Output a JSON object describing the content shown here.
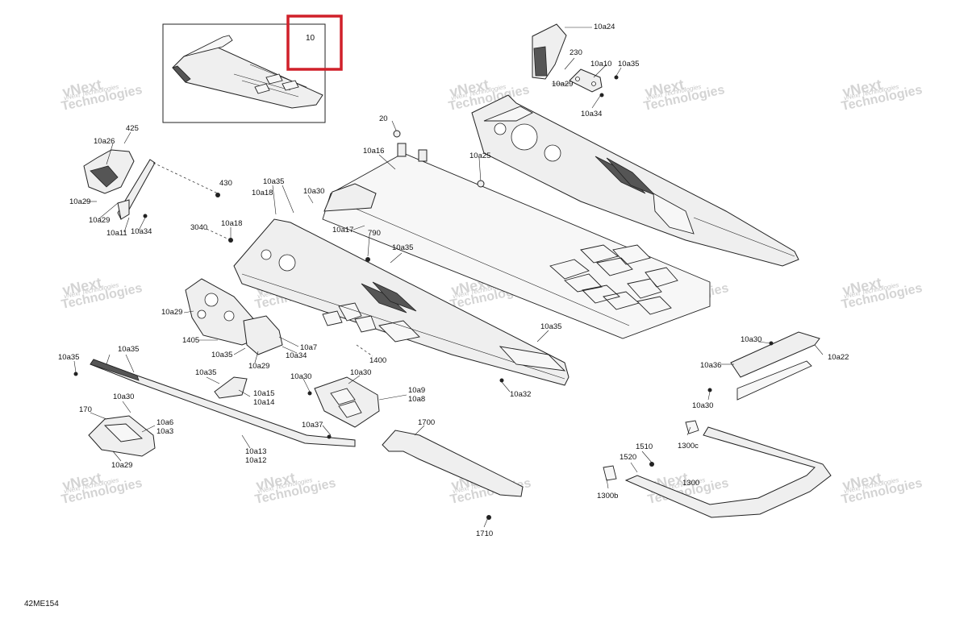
{
  "diagram": {
    "code": "42ME154",
    "highlight_label": "10",
    "highlight_color": "#d0202a",
    "watermark": {
      "line1": "vNext",
      "line2": "Technologies",
      "line3": "vNext Technologies"
    },
    "callouts": {
      "c_10a24": "10a24",
      "c_230": "230",
      "c_10a10": "10a10",
      "c_10a35_top": "10a35",
      "c_10a29_top": "10a29",
      "c_10a34_top": "10a34",
      "c_20": "20",
      "c_10a16": "10a16",
      "c_10a25": "10a25",
      "c_425": "425",
      "c_10a26": "10a26",
      "c_10a29_l1": "10a29",
      "c_10a29_l2": "10a29",
      "c_10a11": "10a11",
      "c_10a34_l": "10a34",
      "c_430": "430",
      "c_10a35_m": "10a35",
      "c_10a18_a": "10a18",
      "c_10a30_m": "10a30",
      "c_10a17": "10a17",
      "c_790": "790",
      "c_3040": "3040",
      "c_10a18_b": "10a18",
      "c_10a35_c": "10a35",
      "c_10a29_c": "10a29",
      "c_1405": "1405",
      "c_10a35_d": "10a35",
      "c_10a29_d": "10a29",
      "c_10a34_c": "10a34",
      "c_10a7": "10a7",
      "c_1400": "1400",
      "c_10a35_e": "10a35",
      "c_10a32": "10a32",
      "c_10a35_f": "10a35",
      "c_10a35_g": "10a35",
      "c_10a35_h": "10a35",
      "c_10a15": "10a15",
      "c_10a14": "10a14",
      "c_10a30_a": "10a30",
      "c_10a30_b": "10a30",
      "c_10a9": "10a9",
      "c_10a8": "10a8",
      "c_10a37": "10a37",
      "c_10a30_c": "10a30",
      "c_170": "170",
      "c_10a6": "10a6",
      "c_10a3": "10a3",
      "c_10a29_e": "10a29",
      "c_10a13": "10a13",
      "c_10a12": "10a12",
      "c_1700": "1700",
      "c_1710": "1710",
      "c_10a30_r1": "10a30",
      "c_10a36": "10a36",
      "c_10a22": "10a22",
      "c_10a30_r2": "10a30",
      "c_1300c": "1300c",
      "c_1510": "1510",
      "c_1520": "1520",
      "c_1300": "1300",
      "c_1300b": "1300b"
    }
  }
}
